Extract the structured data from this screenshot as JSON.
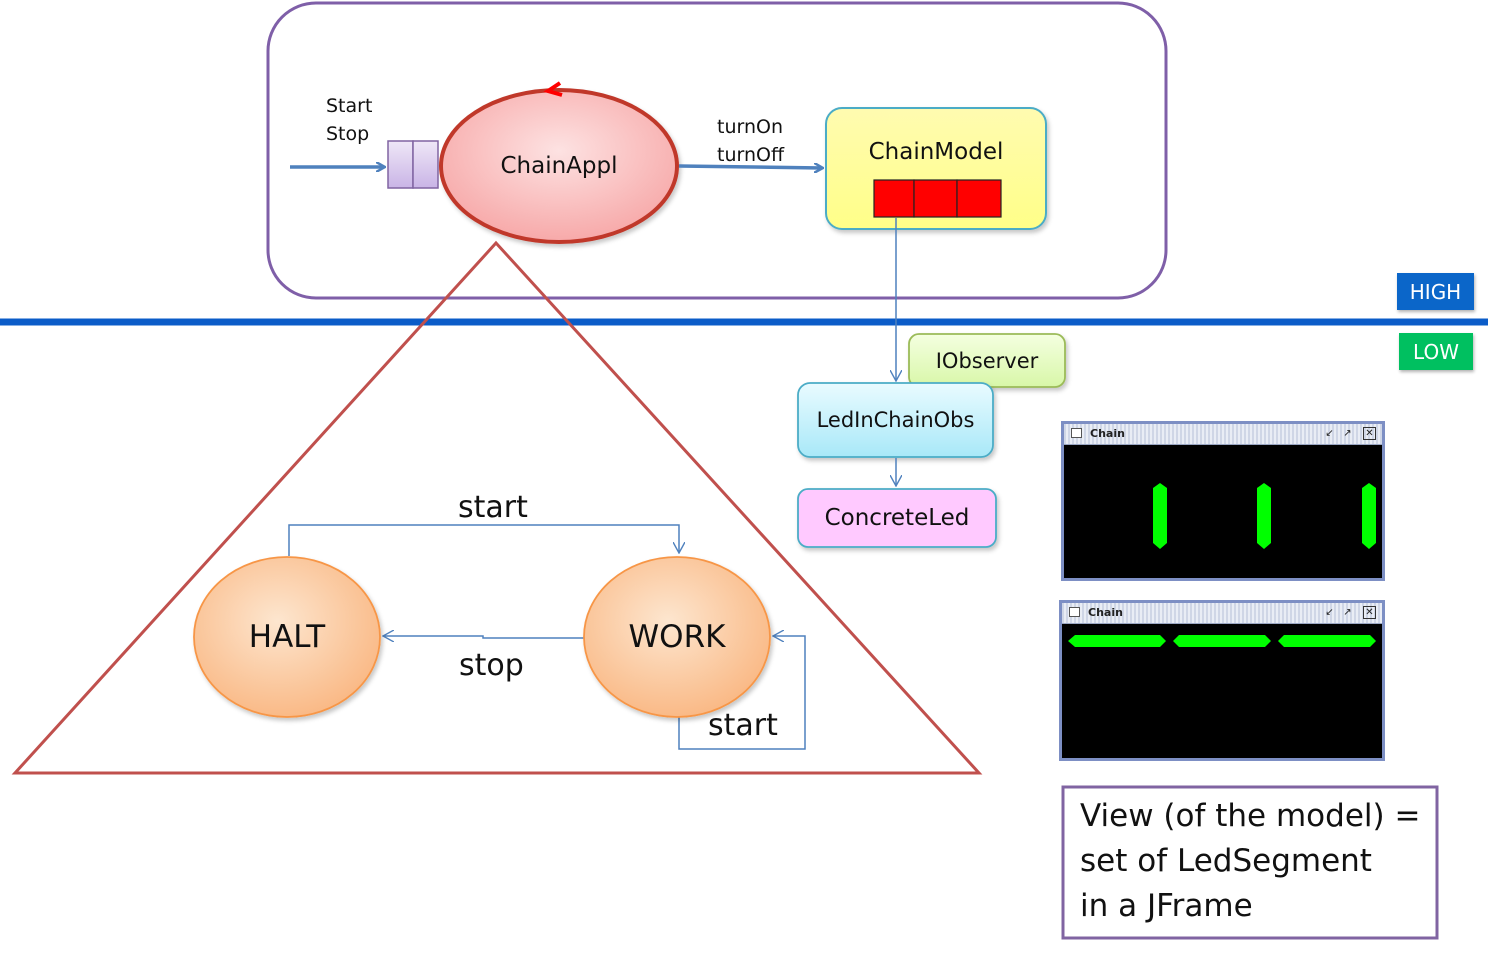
{
  "app_boundary": {
    "input_label_1": "Start",
    "input_label_2": "Stop",
    "chain_appl": "ChainAppl",
    "output_label_1": "turnOn",
    "output_label_2": "turnOff",
    "chain_model": "ChainModel"
  },
  "levels": {
    "high": "HIGH",
    "low": "LOW"
  },
  "observer": {
    "iobserver": "IObserver",
    "led_in_chain_obs": "LedInChainObs",
    "concrete_led": "ConcreteLed"
  },
  "state_machine": {
    "halt": "HALT",
    "work": "WORK",
    "start_top": "start",
    "stop": "stop",
    "start_self": "start"
  },
  "frames": [
    {
      "title": "Chain",
      "orientation": "vertical"
    },
    {
      "title": "Chain",
      "orientation": "horizontal"
    }
  ],
  "note": {
    "line1": "View (of the model) =",
    "line2": "set of LedSegment",
    "line3": "in a JFrame"
  },
  "colors": {
    "boundary": "#7f5fa8",
    "divider": "#0b5cc8",
    "triangle": "#c0504d",
    "led_red": "#ff0000",
    "segment_green": "#00ff00",
    "high": "#0b66c9",
    "low": "#00c060"
  }
}
